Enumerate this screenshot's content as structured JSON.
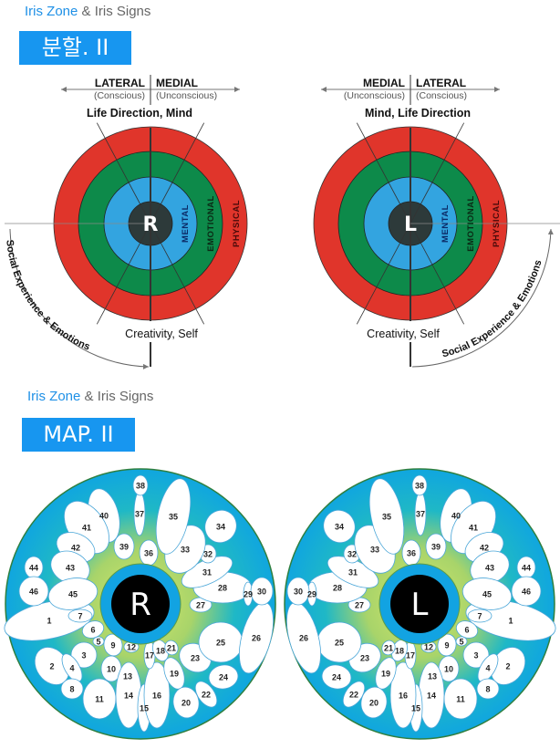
{
  "section1": {
    "subtitle_highlight": "Iris Zone",
    "subtitle_rest": " & Iris Signs",
    "badge": "분할. II",
    "right_eye": {
      "letter": "R",
      "axis_left": "LATERAL",
      "axis_left_sub": "(Conscious)",
      "axis_right": "MEDIAL",
      "axis_right_sub": "(Unconscious)",
      "top_label": "Life Direction, Mind",
      "bottom_label": "Creativity, Self",
      "arc_label": "Social Experience & Emotions"
    },
    "left_eye": {
      "letter": "L",
      "axis_left": "MEDIAL",
      "axis_left_sub": "(Unconscious)",
      "axis_right": "LATERAL",
      "axis_right_sub": "(Conscious)",
      "top_label": "Mind, Life Direction",
      "bottom_label": "Creativity, Self",
      "arc_label": "Social Experience & Emotions"
    },
    "rings": {
      "mental": "MENTAL",
      "emotional": "EMOTIONAL",
      "physical": "PHYSICAL"
    },
    "colors": {
      "physical": "#e0352b",
      "emotional": "#0d8a4a",
      "mental": "#33a4e0",
      "core": "#2d3a3a"
    }
  },
  "section2": {
    "subtitle_highlight": "Iris Zone",
    "subtitle_rest": " & Iris Signs",
    "badge": "MAP. II",
    "right_letter": "R",
    "left_letter": "L",
    "zones": [
      "1",
      "2",
      "3",
      "4",
      "5",
      "6",
      "7",
      "8",
      "9",
      "10",
      "11",
      "12",
      "13",
      "14",
      "15",
      "16",
      "17",
      "18",
      "19",
      "20",
      "21",
      "22",
      "23",
      "24",
      "25",
      "26",
      "27",
      "28",
      "29",
      "30",
      "31",
      "32",
      "33",
      "34",
      "35",
      "36",
      "37",
      "38",
      "39",
      "40",
      "41",
      "42",
      "43",
      "44",
      "45",
      "46"
    ]
  }
}
